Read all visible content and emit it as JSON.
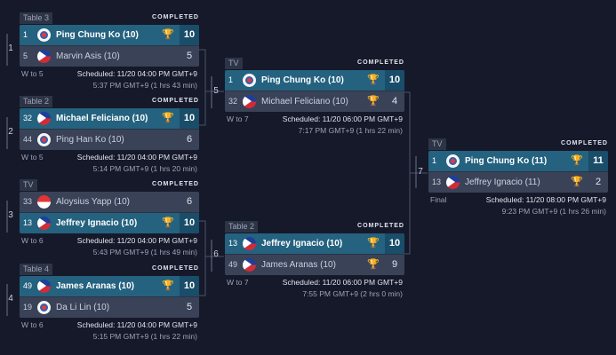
{
  "round_labels": [
    "1",
    "2",
    "3",
    "4",
    "5",
    "6",
    "7"
  ],
  "matches": [
    {
      "tag": "Table 3",
      "status": "COMPLETED",
      "players": [
        {
          "seed": "1",
          "flag": "tpe",
          "name": "Ping Chung Ko (10)",
          "trophy": "gold",
          "score": "10",
          "winner": true
        },
        {
          "seed": "5",
          "flag": "phl",
          "name": "Marvin Asis (10)",
          "trophy": "",
          "score": "5",
          "winner": false
        }
      ],
      "next": "W to 5",
      "scheduled": "Scheduled: 11/20 04:00 PM GMT+9",
      "actual": "5:37 PM GMT+9 (1 hrs 43 min)"
    },
    {
      "tag": "Table 2",
      "status": "COMPLETED",
      "players": [
        {
          "seed": "32",
          "flag": "phl",
          "name": "Michael Feliciano (10)",
          "trophy": "gold",
          "score": "10",
          "winner": true
        },
        {
          "seed": "44",
          "flag": "tpe",
          "name": "Ping Han Ko (10)",
          "trophy": "",
          "score": "6",
          "winner": false
        }
      ],
      "next": "W to 5",
      "scheduled": "Scheduled: 11/20 04:00 PM GMT+9",
      "actual": "5:14 PM GMT+9 (1 hrs 20 min)"
    },
    {
      "tag": "TV",
      "status": "COMPLETED",
      "players": [
        {
          "seed": "33",
          "flag": "sgp",
          "name": "Aloysius Yapp (10)",
          "trophy": "",
          "score": "6",
          "winner": false
        },
        {
          "seed": "13",
          "flag": "phl",
          "name": "Jeffrey Ignacio (10)",
          "trophy": "silver",
          "score": "10",
          "winner": true
        }
      ],
      "next": "W to 6",
      "scheduled": "Scheduled: 11/20 04:00 PM GMT+9",
      "actual": "5:43 PM GMT+9 (1 hrs 49 min)"
    },
    {
      "tag": "Table 4",
      "status": "COMPLETED",
      "players": [
        {
          "seed": "49",
          "flag": "phl",
          "name": "James Aranas (10)",
          "trophy": "gold",
          "score": "10",
          "winner": true
        },
        {
          "seed": "19",
          "flag": "tpe",
          "name": "Da Li Lin (10)",
          "trophy": "",
          "score": "5",
          "winner": false
        }
      ],
      "next": "W to 6",
      "scheduled": "Scheduled: 11/20 04:00 PM GMT+9",
      "actual": "5:15 PM GMT+9 (1 hrs 22 min)"
    },
    {
      "tag": "TV",
      "status": "COMPLETED",
      "players": [
        {
          "seed": "1",
          "flag": "tpe",
          "name": "Ping Chung Ko (10)",
          "trophy": "gold",
          "score": "10",
          "winner": true
        },
        {
          "seed": "32",
          "flag": "phl",
          "name": "Michael Feliciano (10)",
          "trophy": "bronze",
          "score": "4",
          "winner": false
        }
      ],
      "next": "W to 7",
      "scheduled": "Scheduled: 11/20 06:00 PM GMT+9",
      "actual": "7:17 PM GMT+9 (1 hrs 22 min)"
    },
    {
      "tag": "Table 2",
      "status": "COMPLETED",
      "players": [
        {
          "seed": "13",
          "flag": "phl",
          "name": "Jeffrey Ignacio (10)",
          "trophy": "silver",
          "score": "10",
          "winner": true
        },
        {
          "seed": "49",
          "flag": "phl",
          "name": "James Aranas (10)",
          "trophy": "bronze",
          "score": "9",
          "winner": false
        }
      ],
      "next": "W to 7",
      "scheduled": "Scheduled: 11/20 06:00 PM GMT+9",
      "actual": "7:55 PM GMT+9 (2 hrs 0 min)"
    },
    {
      "tag": "TV",
      "status": "COMPLETED",
      "players": [
        {
          "seed": "1",
          "flag": "tpe",
          "name": "Ping Chung Ko (11)",
          "trophy": "gold",
          "score": "11",
          "winner": true
        },
        {
          "seed": "13",
          "flag": "phl",
          "name": "Jeffrey Ignacio (11)",
          "trophy": "silver",
          "score": "2",
          "winner": false
        }
      ],
      "next": "Final",
      "scheduled": "Scheduled: 11/20 08:00 PM GMT+9",
      "actual": "9:23 PM GMT+9 (1 hrs 26 min)"
    }
  ],
  "colors": {
    "background": "#16192a",
    "winner_row": "#24627f",
    "loser_row": "#3a4258",
    "gold_trophy": "#f0b324",
    "silver_trophy": "#b7bdc9",
    "bronze_trophy": "#b9874a"
  }
}
